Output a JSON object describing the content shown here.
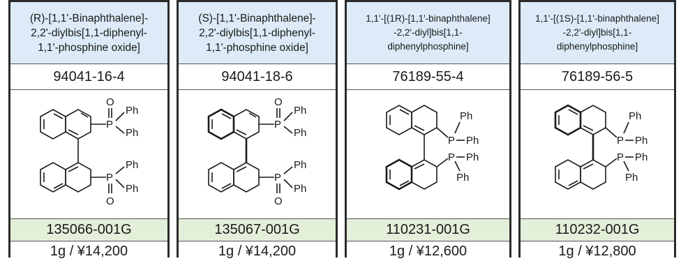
{
  "products": [
    {
      "name_lines": [
        "(R)-[1,1'-Binaphthalene]-",
        "2,2'-diylbis[1,1-diphenyl-",
        "1,1'-phosphine oxide]"
      ],
      "cas": "94041-16-4",
      "code": "135066-001G",
      "price": "1g / ¥14,200",
      "structure": {
        "type": "oxide",
        "atom_labels": {
          "O_top": "O",
          "P_top": "P",
          "Ph_1": "Ph",
          "Ph_2": "Ph",
          "P_bot": "P",
          "Ph_3": "Ph",
          "Ph_4": "Ph",
          "O_bot": "O"
        }
      }
    },
    {
      "name_lines": [
        "(S)-[1,1'-Binaphthalene]-",
        "2,2'-diylbis[1,1-diphenyl-",
        "1,1'-phosphine oxide]"
      ],
      "cas": "94041-18-6",
      "code": "135067-001G",
      "price": "1g / ¥14,200",
      "structure": {
        "type": "oxide",
        "atom_labels": {
          "O_top": "O",
          "P_top": "P",
          "Ph_1": "Ph",
          "Ph_2": "Ph",
          "P_bot": "P",
          "Ph_3": "Ph",
          "Ph_4": "Ph",
          "O_bot": "O"
        }
      }
    },
    {
      "name_lines": [
        "1,1'-[(1R)-[1,1'-binaphthalene]",
        "-2,2'-diyl]bis[1,1-",
        "diphenylphosphine]"
      ],
      "cas": "76189-55-4",
      "code": "110231-001G",
      "price": "1g / ¥12,600",
      "structure": {
        "type": "phosphine",
        "atom_labels": {
          "Ph_1": "Ph",
          "P_top": "P",
          "Ph_2": "Ph",
          "P_bot": "P",
          "Ph_3": "Ph",
          "Ph_4": "Ph"
        }
      }
    },
    {
      "name_lines": [
        "1,1'-[(1S)-[1,1'-binaphthalene]",
        "-2,2'-diyl]bis[1,1-",
        "diphenylphosphine]"
      ],
      "cas": "76189-56-5",
      "code": "110232-001G",
      "price": "1g / ¥12,800",
      "structure": {
        "type": "phosphine",
        "atom_labels": {
          "Ph_1": "Ph",
          "P_top": "P",
          "Ph_2": "Ph",
          "P_bot": "P",
          "Ph_3": "Ph",
          "Ph_4": "Ph"
        }
      }
    }
  ]
}
